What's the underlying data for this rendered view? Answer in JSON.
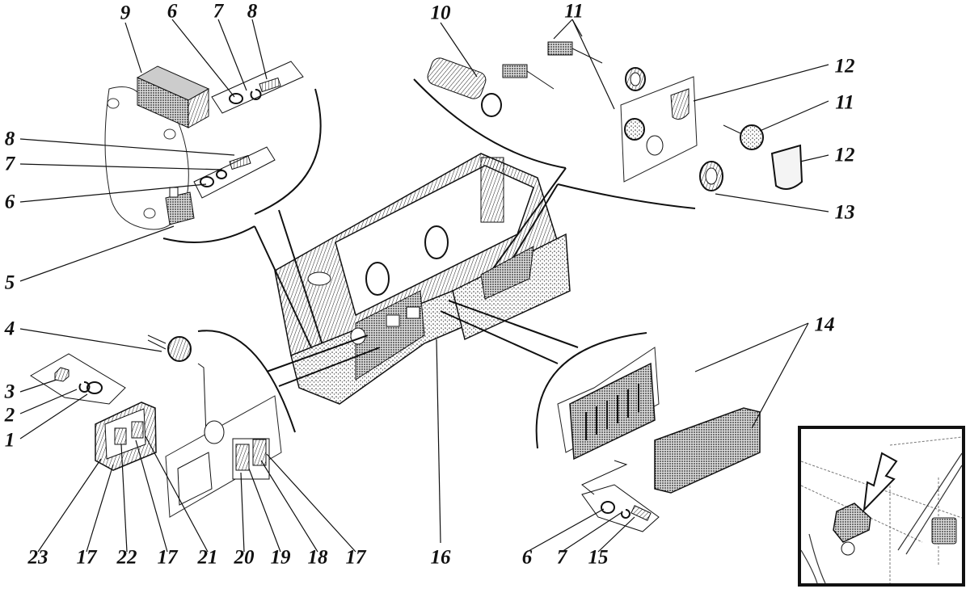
{
  "diagram": {
    "type": "exploded-assembly",
    "subject": "instrument panel with switches, relays, fuse block and indicator lamps",
    "callouts": [
      {
        "label": "9",
        "part": "relay (large)"
      },
      {
        "label": "6",
        "part": "flat washer"
      },
      {
        "label": "7",
        "part": "spring washer"
      },
      {
        "label": "8",
        "part": "bolt"
      },
      {
        "label": "8",
        "part": "bolt"
      },
      {
        "label": "7",
        "part": "spring washer"
      },
      {
        "label": "6",
        "part": "flat washer"
      },
      {
        "label": "5",
        "part": "relay (small)"
      },
      {
        "label": "10",
        "part": "ignition switch"
      },
      {
        "label": "11",
        "part": "indicator lamp"
      },
      {
        "label": "12",
        "part": "lamp bezel"
      },
      {
        "label": "11",
        "part": "indicator lamp"
      },
      {
        "label": "12",
        "part": "lamp bezel"
      },
      {
        "label": "13",
        "part": "nut ring"
      },
      {
        "label": "14",
        "part": "fuse block and cover"
      },
      {
        "label": "4",
        "part": "socket / lamp"
      },
      {
        "label": "3",
        "part": "nut"
      },
      {
        "label": "2",
        "part": "spring washer"
      },
      {
        "label": "1",
        "part": "washer"
      },
      {
        "label": "23",
        "part": "switch housing"
      },
      {
        "label": "17",
        "part": "switch"
      },
      {
        "label": "22",
        "part": "switch key"
      },
      {
        "label": "17",
        "part": "switch"
      },
      {
        "label": "21",
        "part": "switch key"
      },
      {
        "label": "20",
        "part": "switch key"
      },
      {
        "label": "19",
        "part": "switch"
      },
      {
        "label": "18",
        "part": "switch key"
      },
      {
        "label": "17",
        "part": "switch"
      },
      {
        "label": "16",
        "part": "instrument panel"
      },
      {
        "label": "6",
        "part": "flat washer"
      },
      {
        "label": "7",
        "part": "spring washer"
      },
      {
        "label": "15",
        "part": "screw"
      }
    ],
    "inset": {
      "description": "location view with arrow pointing to fuse block in cab"
    }
  }
}
